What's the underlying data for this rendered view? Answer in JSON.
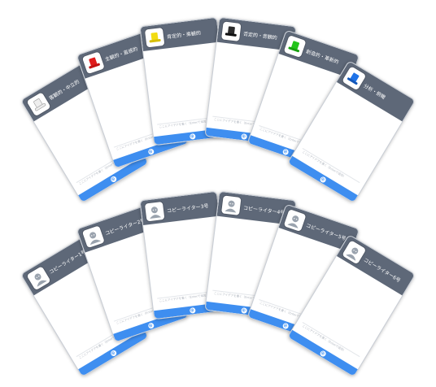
{
  "hat_cards": [
    {
      "title": "客観的・中立的",
      "icon": "white-hat-icon",
      "color": "#eeeeee",
      "input_hint": "ここにアイデアを書く（Enterで追加）"
    },
    {
      "title": "主観的・直感的",
      "icon": "red-hat-icon",
      "color": "#e01b1b",
      "input_hint": "ここにアイデアを書く（Enterで追加）"
    },
    {
      "title": "肯定的・楽観的",
      "icon": "yellow-hat-icon",
      "color": "#f2dc12",
      "input_hint": "ここにアイデアを書く（Enterで追加）"
    },
    {
      "title": "否定的・悲観的",
      "icon": "black-hat-icon",
      "color": "#2b2b2b",
      "input_hint": "ここにアイデアを書く（Enterで追加）"
    },
    {
      "title": "創造的・革新的",
      "icon": "green-hat-icon",
      "color": "#23c41b",
      "input_hint": "ここにアイデアを書く（Enterで追加）"
    },
    {
      "title": "分析・俯瞰",
      "icon": "blue-hat-icon",
      "color": "#1f73e8",
      "input_hint": "ここにアイデアを書く（Enterで追加）"
    }
  ],
  "copywriter_cards": [
    {
      "title": "コピーライター1号",
      "icon": "copywriter-avatar-icon",
      "input_hint": "ここにアイデアを書く（Enterで追加）"
    },
    {
      "title": "コピーライター2号",
      "icon": "copywriter-avatar-icon",
      "input_hint": "ここにアイデアを書く（Enterで追加）"
    },
    {
      "title": "コピーライター3号",
      "icon": "copywriter-avatar-icon",
      "input_hint": "ここにアイデアを書く（Enterで追加）"
    },
    {
      "title": "コピーライター4号",
      "icon": "copywriter-avatar-icon",
      "input_hint": "ここにアイデアを書く（Enterで追加）"
    },
    {
      "title": "コピーライター5号",
      "icon": "copywriter-avatar-icon",
      "input_hint": "ここにアイデアを書く（Enterで追加）"
    },
    {
      "title": "コピーライター6号",
      "icon": "copywriter-avatar-icon",
      "input_hint": "ここにアイデアを書く（Enterで追加）"
    }
  ],
  "footer": {
    "add_glyph": "⊕"
  },
  "colors": {
    "header": "#5e6878",
    "footer": "#3e8ef0",
    "avatar": "#9aa3ae"
  }
}
